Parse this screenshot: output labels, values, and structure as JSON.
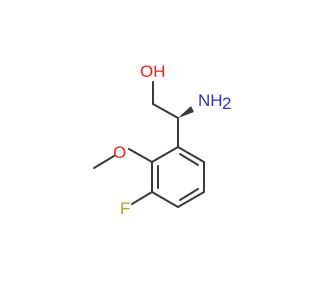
{
  "molecule": {
    "atoms": {
      "hydroxyl": {
        "text": "OH",
        "color": "#e8231e"
      },
      "amino": {
        "text": "NH",
        "color": "#3030d8"
      },
      "amino_sub": {
        "text": "2",
        "color": "#3030d8"
      },
      "methoxy_o": {
        "text": "O",
        "color": "#e8231e"
      },
      "fluoro": {
        "text": "F",
        "color": "#8db820"
      }
    },
    "bond_color": "#3a3a3a"
  }
}
